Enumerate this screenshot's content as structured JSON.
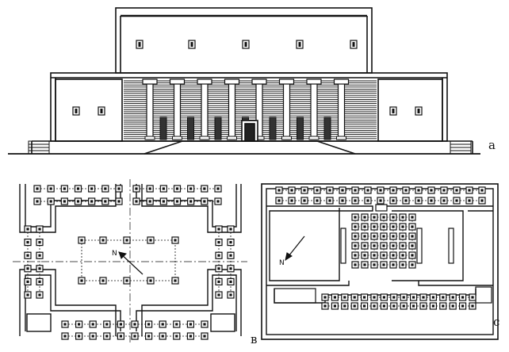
{
  "figure": {
    "labels": {
      "a": "a",
      "b": "в",
      "c": "c"
    },
    "views": [
      {
        "id": "a",
        "kind": "elevation",
        "columns": 8
      },
      {
        "id": "b",
        "kind": "plan",
        "north_arrow_letter": "N"
      },
      {
        "id": "c",
        "kind": "plan",
        "north_arrow_letter": "N"
      }
    ],
    "colors": {
      "ink": "#111111",
      "paper": "#ffffff"
    }
  }
}
